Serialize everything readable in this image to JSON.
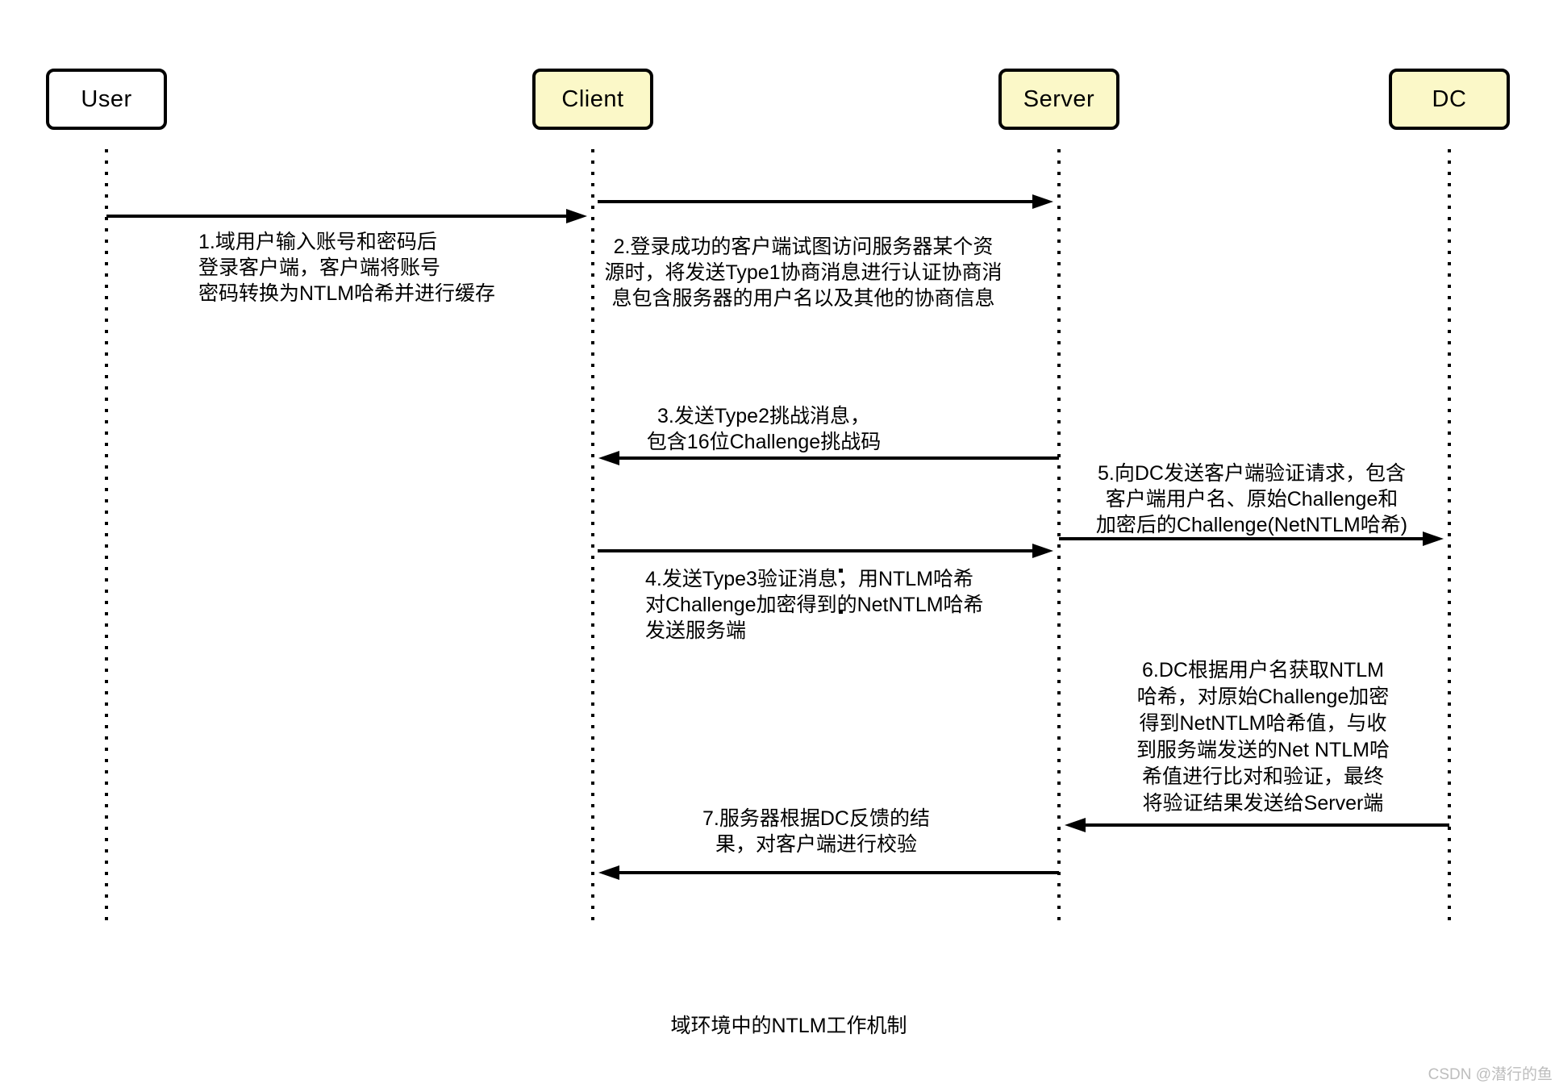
{
  "diagram": {
    "title": "域环境中的NTLM工作机制",
    "watermark": "CSDN @潜行的鱼",
    "colors": {
      "actor_yellow_fill": "#fbf8c8",
      "actor_white_fill": "#ffffff",
      "line": "#000000",
      "watermark_gray": "#bdbdbd"
    },
    "actors": [
      {
        "id": "user",
        "label": "User",
        "fill": "#ffffff"
      },
      {
        "id": "client",
        "label": "Client",
        "fill": "#fbf8c8"
      },
      {
        "id": "server",
        "label": "Server",
        "fill": "#fbf8c8"
      },
      {
        "id": "dc",
        "label": "DC",
        "fill": "#fbf8c8"
      }
    ],
    "messages": [
      {
        "n": 1,
        "from": "User",
        "to": "Client",
        "direction": "right",
        "text": "1.域用户输入账号和密码后\n登录客户端，客户端将账号\n密码转换为NTLM哈希并进行缓存"
      },
      {
        "n": 2,
        "from": "Client",
        "to": "Server",
        "direction": "right",
        "text": "2.登录成功的客户端试图访问服务器某个资\n源时，将发送Type1协商消息进行认证协商消\n息包含服务器的用户名以及其他的协商信息"
      },
      {
        "n": 3,
        "from": "Server",
        "to": "Client",
        "direction": "left",
        "text": "3.发送Type2挑战消息，\n包含16位Challenge挑战码"
      },
      {
        "n": 4,
        "from": "Client",
        "to": "Server",
        "direction": "right",
        "text": "4.发送Type3验证消息，用NTLM哈希\n对Challenge加密得到的NetNTLM哈希\n发送服务端"
      },
      {
        "n": 5,
        "from": "Server",
        "to": "DC",
        "direction": "right",
        "text": "5.向DC发送客户端验证请求，包含\n客户端用户名、原始Challenge和\n加密后的Challenge(NetNTLM哈希)"
      },
      {
        "n": 6,
        "from": "DC",
        "to": "Server",
        "direction": "left",
        "text": "6.DC根据用户名获取NTLM\n哈希，对原始Challenge加密\n得到NetNTLM哈希值，与收\n到服务端发送的Net NTLM哈\n希值进行比对和验证，最终\n将验证结果发送给Server端"
      },
      {
        "n": 7,
        "from": "Server",
        "to": "Client",
        "direction": "left",
        "text": "7.服务器根据DC反馈的结\n果，对客户端进行校验"
      }
    ]
  }
}
